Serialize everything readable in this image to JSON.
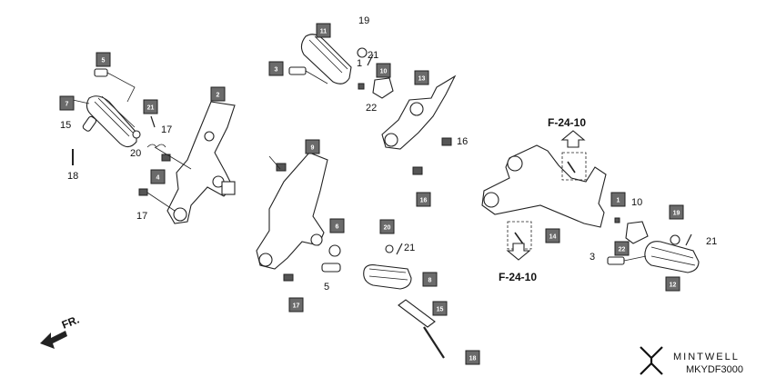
{
  "callouts": {
    "c1": "1",
    "c2": "2",
    "c3": "3",
    "c4": "4",
    "c5": "5",
    "c6": "6",
    "c7": "7",
    "c8": "8",
    "c9": "9",
    "c10": "10",
    "c11": "11",
    "c12": "12",
    "c13": "13",
    "c14": "14",
    "c15": "15",
    "c16": "16",
    "c17": "17",
    "c18": "18",
    "c19": "19",
    "c20": "20",
    "c21": "21",
    "c22": "22"
  },
  "references": {
    "ref_top": "F-24-10",
    "ref_bottom": "F-24-10"
  },
  "direction": {
    "label": "FR."
  },
  "brand": {
    "name": "MINTWELL",
    "code": "MKYDF3000"
  },
  "colors": {
    "tag_fill": "#6b6b6b",
    "line": "#222222",
    "background": "#ffffff"
  }
}
